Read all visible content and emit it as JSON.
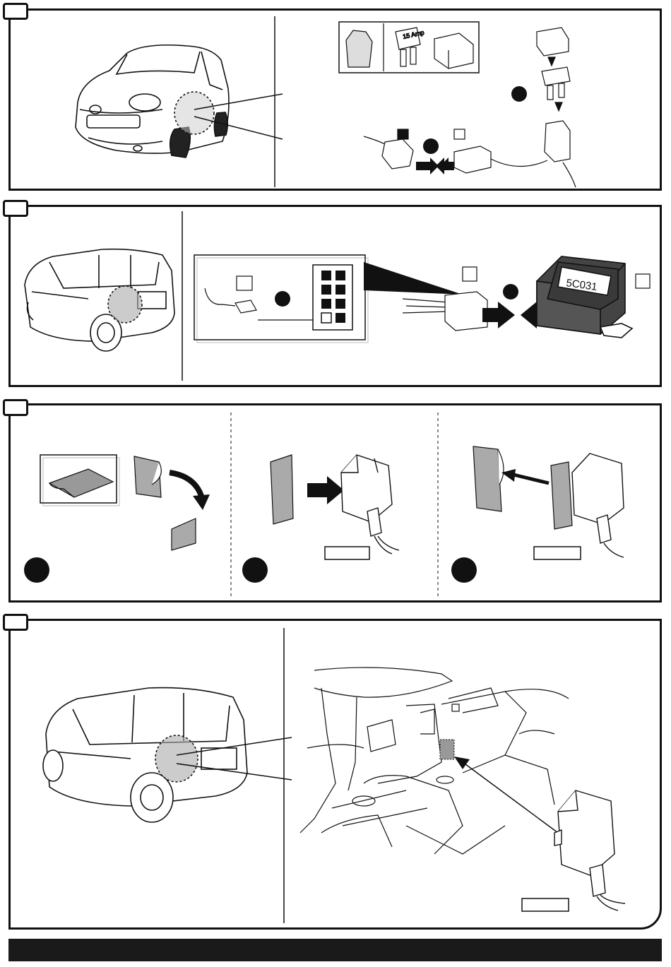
{
  "document": {
    "panels": [
      {
        "step": "",
        "fuse_rating": "15 Amp",
        "inset_items": [
          "bag-icon",
          "fuse-icon",
          "fuse-holder-icon"
        ]
      },
      {
        "step": "",
        "module_code": "5C031"
      },
      {
        "step": "",
        "substeps": 3
      },
      {
        "step": ""
      }
    ],
    "colors": {
      "line": "#111111",
      "shade": "#a8a8a8",
      "bar": "#1a1a1a"
    }
  }
}
